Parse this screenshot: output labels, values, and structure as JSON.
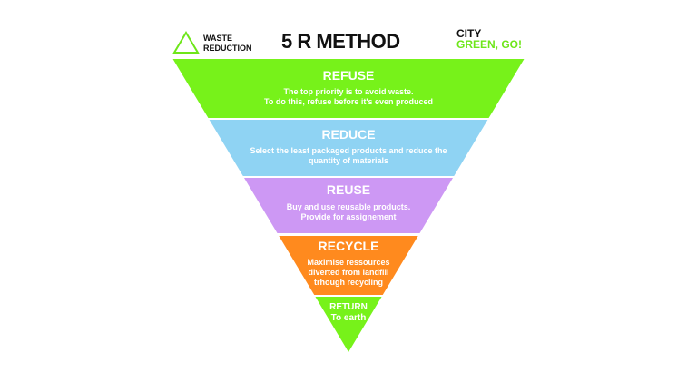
{
  "header": {
    "title": "5 R METHOD",
    "logo_left_line1": "WASTE",
    "logo_left_line2": "REDUCTION",
    "logo_right_line1": "CITY",
    "logo_right_line2": "GREEN, GO!"
  },
  "levels": [
    {
      "title": "REFUSE",
      "line1": "The top priority is to avoid waste.",
      "line2": "To do this, refuse before it's even produced",
      "color": "#77f21a"
    },
    {
      "title": "REDUCE",
      "line1": "Select the least packaged products and reduce the",
      "line2": "quantity of materials",
      "color": "#8fd3f3"
    },
    {
      "title": "REUSE",
      "line1": "Buy and use reusable products.",
      "line2": "Provide for assignement",
      "color": "#cd98f4"
    },
    {
      "title": "RECYCLE",
      "line1": "Maximise ressources",
      "line2": "diverted from landfill",
      "line3": "trhough recycling",
      "color": "#ff8a1e"
    },
    {
      "title": "RETURN",
      "line1": "To earth",
      "color": "#77f21a"
    }
  ]
}
